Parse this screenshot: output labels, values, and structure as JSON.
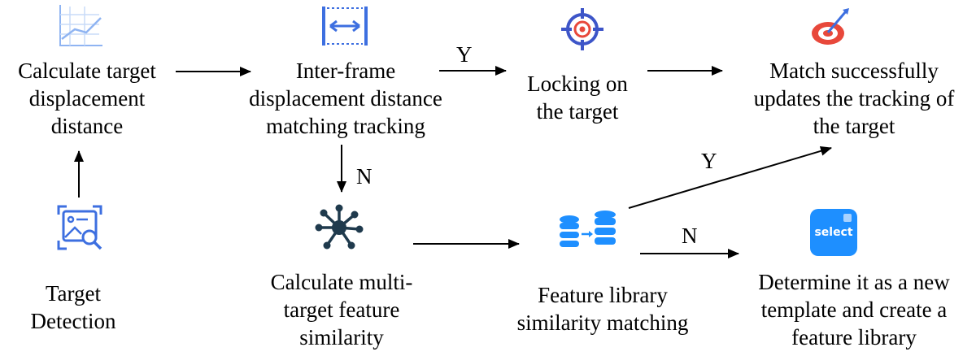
{
  "nodes": {
    "calc_displacement": "Calculate target\ndisplacement\ndistance",
    "inter_frame": "Inter-frame\ndisplacement distance\nmatching tracking",
    "locking": "Locking on\nthe target",
    "match_success": "Match successfully\nupdates the tracking of\nthe target",
    "target_detection": "Target\nDetection",
    "multi_target": "Calculate multi-\ntarget feature\nsimilarity",
    "feature_library": "Feature library\nsimilarity matching",
    "new_template": "Determine it as a new\ntemplate and create a\nfeature library"
  },
  "edge_labels": {
    "inter_to_lock": "Y",
    "inter_to_multi": "N",
    "library_to_match": "Y",
    "library_to_new": "N"
  },
  "icons": {
    "calc_displacement": "line-chart-icon",
    "inter_frame": "width-arrows-icon",
    "locking": "target-crosshair-icon",
    "match_success": "dartboard-icon",
    "target_detection": "image-search-icon",
    "multi_target": "network-node-icon",
    "feature_library": "database-transfer-icon",
    "new_template": "select-icon"
  },
  "icon_text": {
    "select": "select"
  },
  "colors": {
    "icon_blue": "#3d6fe0",
    "icon_light_blue": "#8fb4f2",
    "dart_red": "#e8483b",
    "select_bg": "#1e8fff",
    "network_dark": "#1f3a4d"
  }
}
